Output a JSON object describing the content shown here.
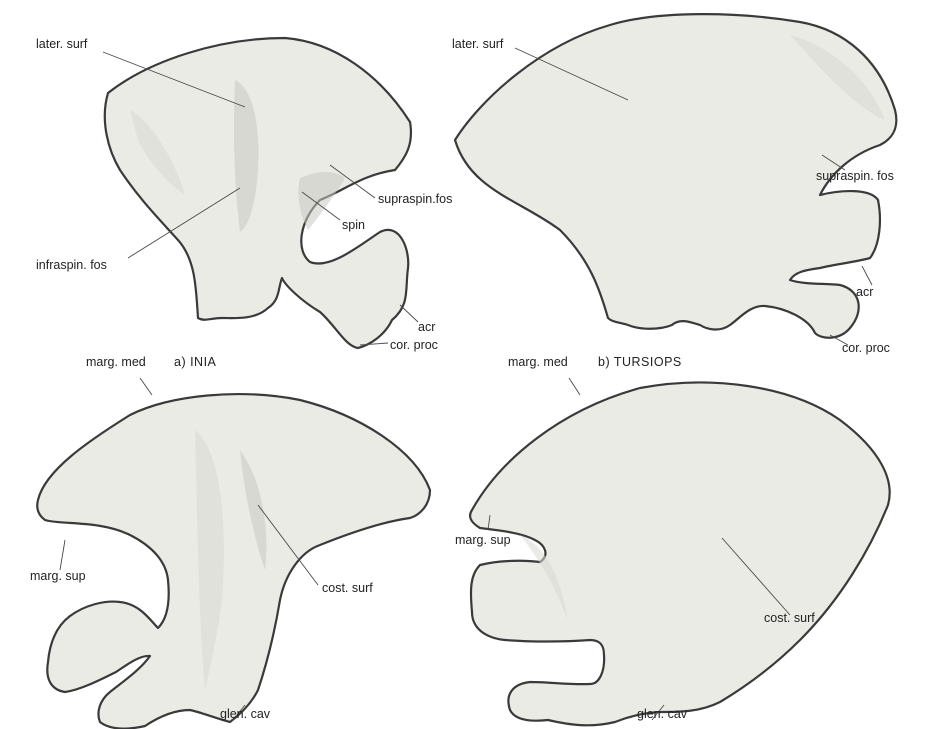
{
  "panels": {
    "a": {
      "caption": "a)  INIA",
      "labels": {
        "later_surf": "later. surf",
        "supraspin_fos": "supraspin.fos",
        "spin": "spin",
        "infraspin_fos": "infraspin. fos",
        "acr": "acr",
        "cor_proc": "cor. proc",
        "marg_med": "marg. med"
      }
    },
    "b": {
      "caption": "b)  TURSIOPS",
      "labels": {
        "later_surf": "later. surf",
        "supraspin_fos": "supraspin. fos",
        "acr": "acr",
        "cor_proc": "cor. proc",
        "marg_med": "marg. med"
      }
    },
    "c": {
      "labels": {
        "marg_sup": "marg. sup",
        "cost_surf": "cost. surf",
        "glen_cav": "glen. cav"
      }
    },
    "d": {
      "labels": {
        "marg_sup": "marg. sup",
        "cost_surf": "cost. surf",
        "glen_cav": "glen. cav"
      }
    }
  }
}
